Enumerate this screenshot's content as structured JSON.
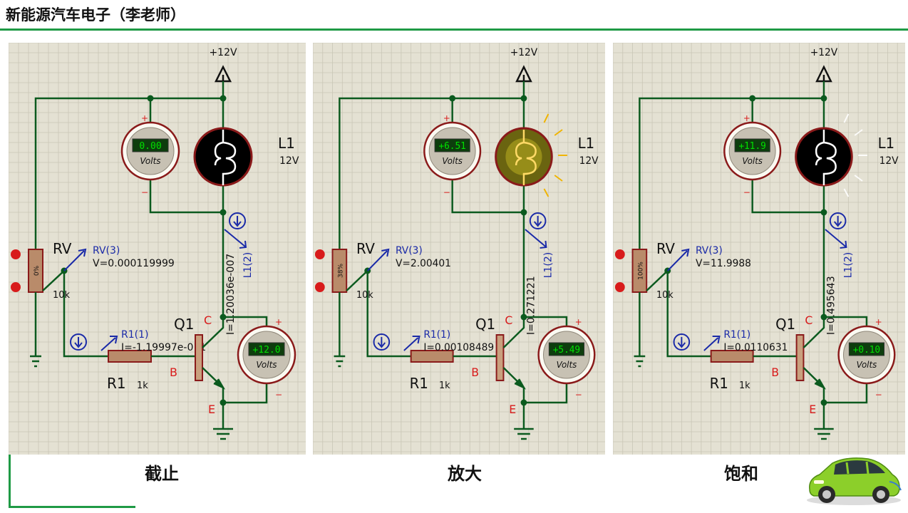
{
  "header": {
    "title": "新能源汽车电子（李老师）"
  },
  "colors": {
    "accent": "#1f9a45",
    "wire": "#0b5a1e",
    "component": "#8a1a1a",
    "probe": "#1a2aa8",
    "meter_display": "#00d000",
    "grid_bg": "#e4e1d3"
  },
  "circuits": [
    {
      "caption": "截止",
      "supply": "+12V",
      "lamp": {
        "name": "L1",
        "rating": "12V",
        "state": "off"
      },
      "meter_top": {
        "reading": "0.00",
        "unit": "Volts",
        "plus": "+",
        "minus": "−"
      },
      "meter_ce": {
        "reading": "+12.0",
        "unit": "Volts",
        "plus": "+",
        "minus": "−"
      },
      "rv": {
        "name": "RV",
        "percent": "0%",
        "value": "10k",
        "probe": "RV(3)",
        "voltage": "V=0.000119999"
      },
      "r1": {
        "name": "R1",
        "value": "1k",
        "probe": "R1(1)",
        "current": "I=-1.19997e-011"
      },
      "l1_probe": "L1(2)",
      "ic": "I=1.20036e-007",
      "q1": "Q1",
      "pin_c": "C",
      "pin_b": "B",
      "pin_e": "E"
    },
    {
      "caption": "放大",
      "supply": "+12V",
      "lamp": {
        "name": "L1",
        "rating": "12V",
        "state": "dim"
      },
      "meter_top": {
        "reading": "+6.51",
        "unit": "Volts",
        "plus": "+",
        "minus": "−"
      },
      "meter_ce": {
        "reading": "+5.49",
        "unit": "Volts",
        "plus": "+",
        "minus": "−"
      },
      "rv": {
        "name": "RV",
        "percent": "38%",
        "value": "10k",
        "probe": "RV(3)",
        "voltage": "V=2.00401"
      },
      "r1": {
        "name": "R1",
        "value": "1k",
        "probe": "R1(1)",
        "current": "I=0.00108489"
      },
      "l1_probe": "L1(2)",
      "ic": "I=0.271221",
      "q1": "Q1",
      "pin_c": "C",
      "pin_b": "B",
      "pin_e": "E"
    },
    {
      "caption": "饱和",
      "supply": "+12V",
      "lamp": {
        "name": "L1",
        "rating": "12V",
        "state": "bright"
      },
      "meter_top": {
        "reading": "+11.9",
        "unit": "Volts",
        "plus": "+",
        "minus": "−"
      },
      "meter_ce": {
        "reading": "+0.10",
        "unit": "Volts",
        "plus": "+",
        "minus": "−"
      },
      "rv": {
        "name": "RV",
        "percent": "100%",
        "value": "10k",
        "probe": "RV(3)",
        "voltage": "V=11.9988"
      },
      "r1": {
        "name": "R1",
        "value": "1k",
        "probe": "R1(1)",
        "current": "I=0.0110631"
      },
      "l1_probe": "L1(2)",
      "ic": "I=0.495643",
      "q1": "Q1",
      "pin_c": "C",
      "pin_b": "B",
      "pin_e": "E"
    }
  ]
}
